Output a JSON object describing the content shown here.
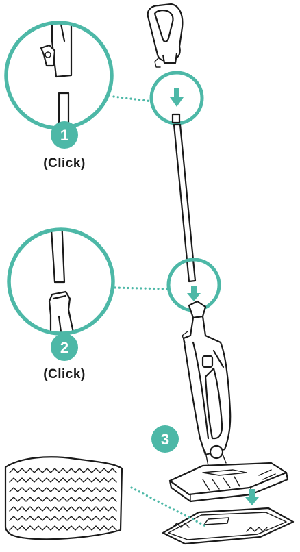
{
  "accent_color": "#4db8a7",
  "line_color": "#1a1a1a",
  "steps": [
    {
      "number": "1",
      "caption": "(Click)"
    },
    {
      "number": "2",
      "caption": "(Click)"
    },
    {
      "number": "3"
    }
  ]
}
